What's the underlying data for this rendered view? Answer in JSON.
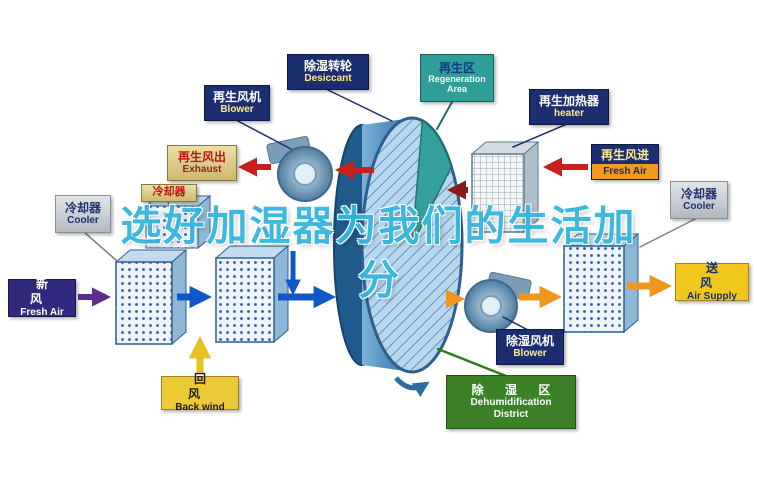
{
  "watermark": {
    "line1": "选好加湿器为我们的生活加",
    "line2": "分"
  },
  "labels": {
    "blower_regen": {
      "zh": "再生风机",
      "en": "Blower"
    },
    "desiccant": {
      "zh": "除湿转轮",
      "en": "Desiccant"
    },
    "regen_area": {
      "zh": "再生区",
      "en": "Regeneration Area"
    },
    "regen_heater": {
      "zh": "再生加热器",
      "en": "heater"
    },
    "exhaust": {
      "zh": "再生风出",
      "en": "Exhaust"
    },
    "regen_fresh_air": {
      "zh": "再生风进",
      "en": "Fresh Air"
    },
    "cooler_left": {
      "zh": "冷却器",
      "en": "Cooler"
    },
    "cooler_mid": {
      "zh": "冷却器",
      "en": ""
    },
    "cooler_right": {
      "zh": "冷却器",
      "en": "Cooler"
    },
    "fresh_air": {
      "zh": "新 风",
      "en": "Fresh Air"
    },
    "air_supply": {
      "zh": "送 风",
      "en": "Air Supply"
    },
    "back_wind": {
      "zh": "回 风",
      "en": "Back wind"
    },
    "blower_dehum": {
      "zh": "除湿风机",
      "en": "Blower"
    },
    "dehum_district": {
      "zh": "除 湿 区",
      "en1": "Dehumidification",
      "en2": "District"
    }
  },
  "colors": {
    "navy_label": "#1b2f70",
    "teal": "#2f9e98",
    "green_label": "#3c8028",
    "yellow_label": "#f2c71d",
    "tan_label": "#d9c27a",
    "gray_label": "#c7ccd1",
    "indigo_label": "#31297e",
    "watermark_blue": "#35b5dd",
    "arrow_blue": "#1257c8",
    "arrow_red": "#c8201c",
    "arrow_maroon": "#8b1a1a",
    "arrow_orange": "#f0961e",
    "arrow_purple": "#5b2d90",
    "arrow_yellow": "#e8c122"
  }
}
